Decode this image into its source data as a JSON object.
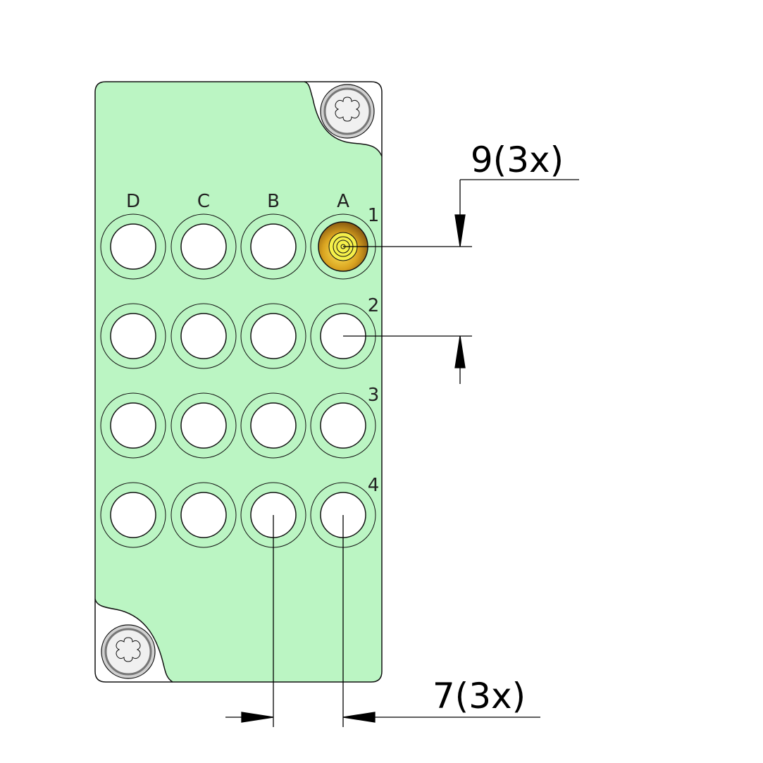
{
  "columns": [
    "D",
    "C",
    "B",
    "A"
  ],
  "rows": [
    "1",
    "2",
    "3",
    "4"
  ],
  "dimensions": {
    "vertical_pitch": "9(3x)",
    "horizontal_pitch": "7(3x)"
  },
  "colors": {
    "plate": "#bbf5c3",
    "contact": "#d4a017",
    "hole": "#ffffff"
  },
  "populated_contact": {
    "column": "A",
    "row": "1"
  }
}
